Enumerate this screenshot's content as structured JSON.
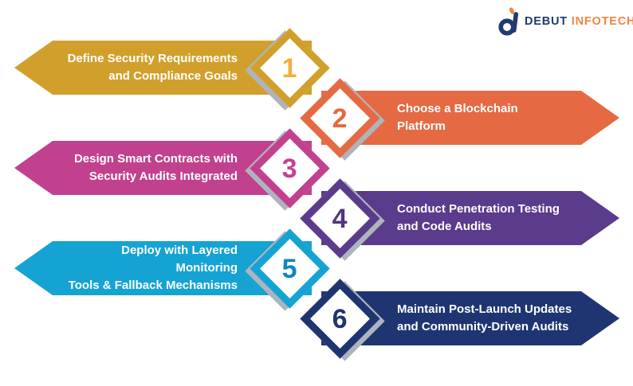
{
  "logo": {
    "brand_primary": "DEBUT",
    "brand_secondary": "INFOTECH",
    "primary_color": "#203A70",
    "secondary_color": "#EF8640"
  },
  "shadow_color": "#AEB4BD",
  "steps": [
    {
      "number": "1",
      "side": "left",
      "color": "#D1A02C",
      "number_color": "#F3AF3D",
      "line1": "Define Security Requirements",
      "line2": "and Compliance Goals"
    },
    {
      "number": "2",
      "side": "right",
      "color": "#E56A43",
      "number_color": "#E2693F",
      "line1": "Choose a Blockchain",
      "line2": "Platform"
    },
    {
      "number": "3",
      "side": "left",
      "color": "#C2418F",
      "number_color": "#C2418F",
      "line1": "Design Smart Contracts with",
      "line2": "Security Audits Integrated"
    },
    {
      "number": "4",
      "side": "right",
      "color": "#5B3B8C",
      "number_color": "#533582",
      "line1": "Conduct Penetration Testing",
      "line2": "and Code Audits"
    },
    {
      "number": "5",
      "side": "left",
      "color": "#15A3D3",
      "number_color": "#0F86BE",
      "line1": "Deploy with Layered Monitoring",
      "line2": "Tools &amp; Fallback Mechanisms"
    },
    {
      "number": "6",
      "side": "right",
      "color": "#1F3572",
      "number_color": "#1F3572",
      "line1": "Maintain Post-Launch Updates",
      "line2": "and Community-Driven Audits"
    }
  ]
}
